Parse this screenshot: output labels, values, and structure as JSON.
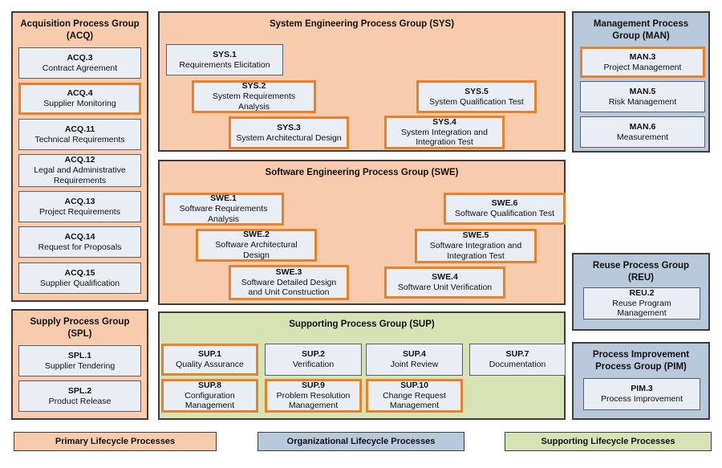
{
  "colors": {
    "primary": "#F8CBAD",
    "organizational": "#B8C9DC",
    "supporting": "#D6E3B5",
    "boxfill": "#E9EDF4",
    "highlight": "#E8812C"
  },
  "groups": {
    "acq": {
      "title": "Acquisition Process Group (ACQ)",
      "processes": [
        {
          "id": "ACQ.3",
          "name": "Contract Agreement",
          "highlighted": false
        },
        {
          "id": "ACQ.4",
          "name": "Supplier Monitoring",
          "highlighted": true
        },
        {
          "id": "ACQ.11",
          "name": "Technical Requirements",
          "highlighted": false
        },
        {
          "id": "ACQ.12",
          "name": "Legal and Administrative Requirements",
          "highlighted": false
        },
        {
          "id": "ACQ.13",
          "name": "Project Requirements",
          "highlighted": false
        },
        {
          "id": "ACQ.14",
          "name": "Request for Proposals",
          "highlighted": false
        },
        {
          "id": "ACQ.15",
          "name": "Supplier Qualification",
          "highlighted": false
        }
      ]
    },
    "spl": {
      "title": "Supply Process Group (SPL)",
      "processes": [
        {
          "id": "SPL.1",
          "name": "Supplier Tendering",
          "highlighted": false
        },
        {
          "id": "SPL.2",
          "name": "Product Release",
          "highlighted": false
        }
      ]
    },
    "sys": {
      "title": "System Engineering Process Group (SYS)",
      "processes": [
        {
          "id": "SYS.1",
          "name": "Requirements Elicitation",
          "highlighted": false
        },
        {
          "id": "SYS.2",
          "name": "System Requirements Analysis",
          "highlighted": true
        },
        {
          "id": "SYS.3",
          "name": "System Architectural Design",
          "highlighted": true
        },
        {
          "id": "SYS.5",
          "name": "System Qualification Test",
          "highlighted": true
        },
        {
          "id": "SYS.4",
          "name": "System Integration and Integration Test",
          "highlighted": true
        }
      ]
    },
    "swe": {
      "title": "Software Engineering Process Group (SWE)",
      "processes": [
        {
          "id": "SWE.1",
          "name": "Software Requirements Analysis",
          "highlighted": true
        },
        {
          "id": "SWE.2",
          "name": "Software Architectural Design",
          "highlighted": true
        },
        {
          "id": "SWE.3",
          "name": "Software Detailed Design and Unit Construction",
          "highlighted": true
        },
        {
          "id": "SWE.6",
          "name": "Software Qualification Test",
          "highlighted": true
        },
        {
          "id": "SWE.5",
          "name": "Software Integration and Integration Test",
          "highlighted": true
        },
        {
          "id": "SWE.4",
          "name": "Software Unit Verification",
          "highlighted": true
        }
      ]
    },
    "sup": {
      "title": "Supporting Process Group (SUP)",
      "processes": [
        {
          "id": "SUP.1",
          "name": "Quality Assurance",
          "highlighted": true
        },
        {
          "id": "SUP.2",
          "name": "Verification",
          "highlighted": false
        },
        {
          "id": "SUP.4",
          "name": "Joint Review",
          "highlighted": false
        },
        {
          "id": "SUP.7",
          "name": "Documentation",
          "highlighted": false
        },
        {
          "id": "SUP.8",
          "name": "Configuration Management",
          "highlighted": true
        },
        {
          "id": "SUP.9",
          "name": "Problem Resolution Management",
          "highlighted": true
        },
        {
          "id": "SUP.10",
          "name": "Change Request Management",
          "highlighted": true
        }
      ]
    },
    "man": {
      "title": "Management Process Group (MAN)",
      "processes": [
        {
          "id": "MAN.3",
          "name": "Project Management",
          "highlighted": true
        },
        {
          "id": "MAN.5",
          "name": "Risk Management",
          "highlighted": false
        },
        {
          "id": "MAN.6",
          "name": "Measurement",
          "highlighted": false
        }
      ]
    },
    "reu": {
      "title": "Reuse Process Group (REU)",
      "processes": [
        {
          "id": "REU.2",
          "name": "Reuse Program Management",
          "highlighted": false
        }
      ]
    },
    "pim": {
      "title": "Process Improvement Process Group (PIM)",
      "processes": [
        {
          "id": "PIM.3",
          "name": "Process Improvement",
          "highlighted": false
        }
      ]
    }
  },
  "legend": {
    "primary": "Primary Lifecycle Processes",
    "organizational": "Organizational Lifecycle Processes",
    "supporting": "Supporting Lifecycle Processes"
  }
}
